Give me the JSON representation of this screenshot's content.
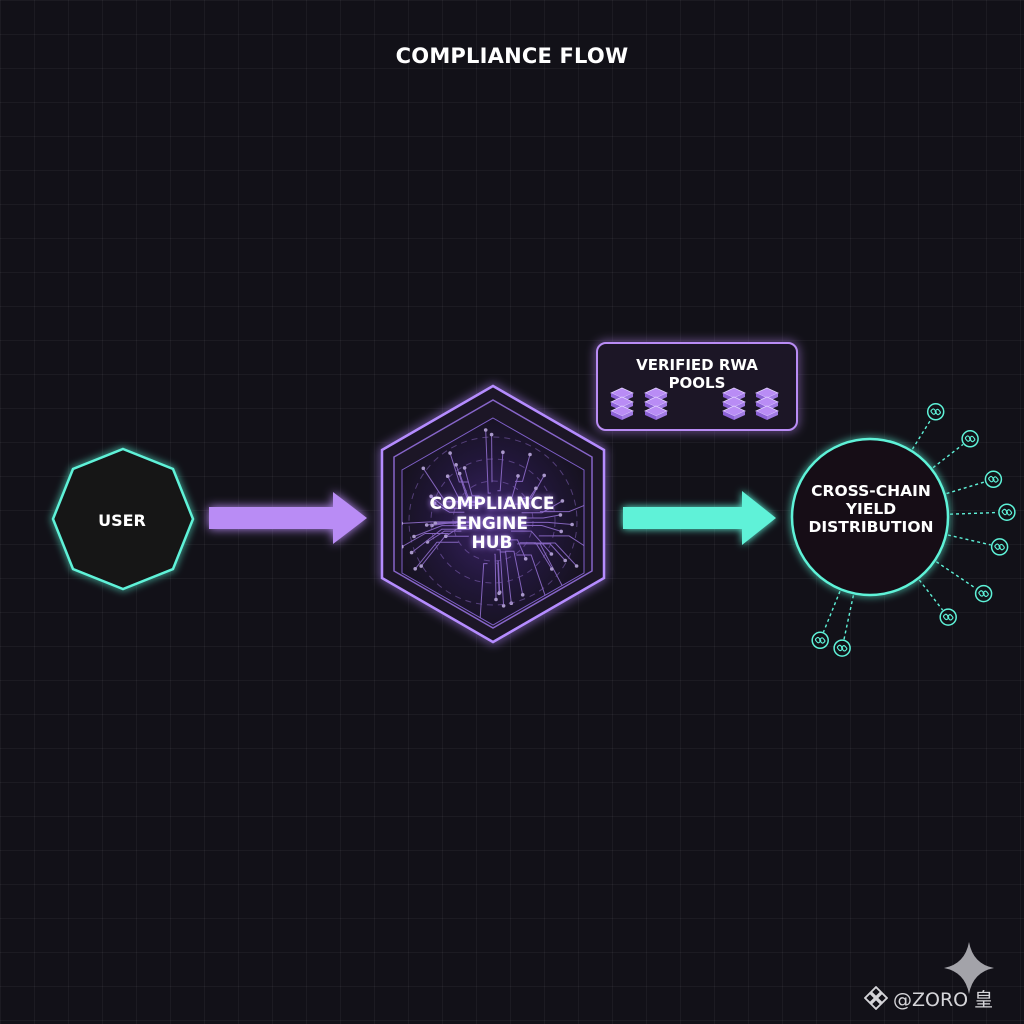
{
  "title": "COMPLIANCE FLOW",
  "nodes": {
    "user": {
      "lines": [
        "USER"
      ]
    },
    "hub": {
      "lines": [
        "COMPLIANCE",
        "ENGINE",
        "HUB"
      ]
    },
    "pools": {
      "lines": [
        "VERIFIED RWA",
        "POOLS"
      ]
    },
    "distribution": {
      "lines": [
        "CROSS-CHAIN",
        "YIELD",
        "DISTRIBUTION"
      ]
    }
  },
  "watermark": {
    "text": "@ZORO 皇"
  },
  "colors": {
    "background": "#121118",
    "teal": "#5ef2d8",
    "purple": "#b98cf5",
    "hub_stroke": "#b58cff"
  },
  "icons": [
    "user-octagon",
    "hub-hexagon-circuit",
    "database-stack-icon",
    "chain-link-icon",
    "sparkle-icon",
    "binance-diamond-icon"
  ]
}
